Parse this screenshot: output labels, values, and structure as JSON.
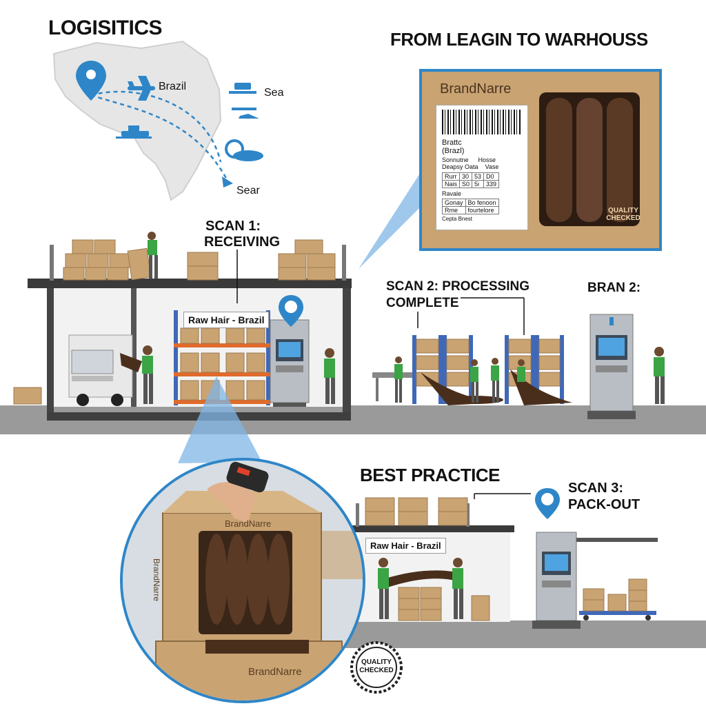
{
  "header": {
    "logistics_title": "LOGISITICS",
    "main_title": "FROM LEAGIN TO WARHOUSS"
  },
  "map": {
    "brazil_label": "Brazil",
    "sea_label": "Sea",
    "sear_label": "Sear"
  },
  "package_card": {
    "brand": "BrandNarre",
    "label_line1": "Brattc",
    "label_line2": "(Brazl)",
    "label_rows": [
      [
        "Sonnutne",
        "Hosse"
      ],
      [
        "Deapsy Oata",
        "Vase"
      ]
    ],
    "label_table": [
      [
        "Rurr",
        "30",
        "53",
        "D0"
      ],
      [
        "Nais",
        "S0",
        "5i",
        "339"
      ]
    ],
    "label_footer_title": "Ravale",
    "label_footer_rows": [
      [
        "Gonay",
        "Bo fenoon"
      ],
      [
        "Rme",
        "fourtelore"
      ]
    ],
    "footer_small": "Cepta  Bnest",
    "seal_text": "QUALITY CHECKED"
  },
  "warehouse": {
    "scan1_line1": "SCAN 1:",
    "scan1_line2": "RECEIVING",
    "raw_hair_tag": "Raw Hair - Brazil",
    "scan2_line1": "SCAN 2: PROCESSING",
    "scan2_line2": "COMPLETE",
    "bran2": "BRAN 2:"
  },
  "bottom": {
    "best_practice": "BEST PRACTICE",
    "scan3_line1": "SCAN 3:",
    "scan3_line2": "PACK-OUT",
    "raw_hair_tag2": "Raw Hair - Brazil",
    "box_brand_top": "BrandNarre",
    "box_brand_side": "BrandNarre",
    "box_brand_bottom": "BrandNarre",
    "seal_bottom": "QUALITY CHECKED"
  },
  "colors": {
    "accent_blue": "#2e86c8",
    "worker_green": "#3ba445",
    "cardboard": "#c9a372",
    "floor": "#9a9a9a",
    "hair": "#4a2e1c"
  }
}
